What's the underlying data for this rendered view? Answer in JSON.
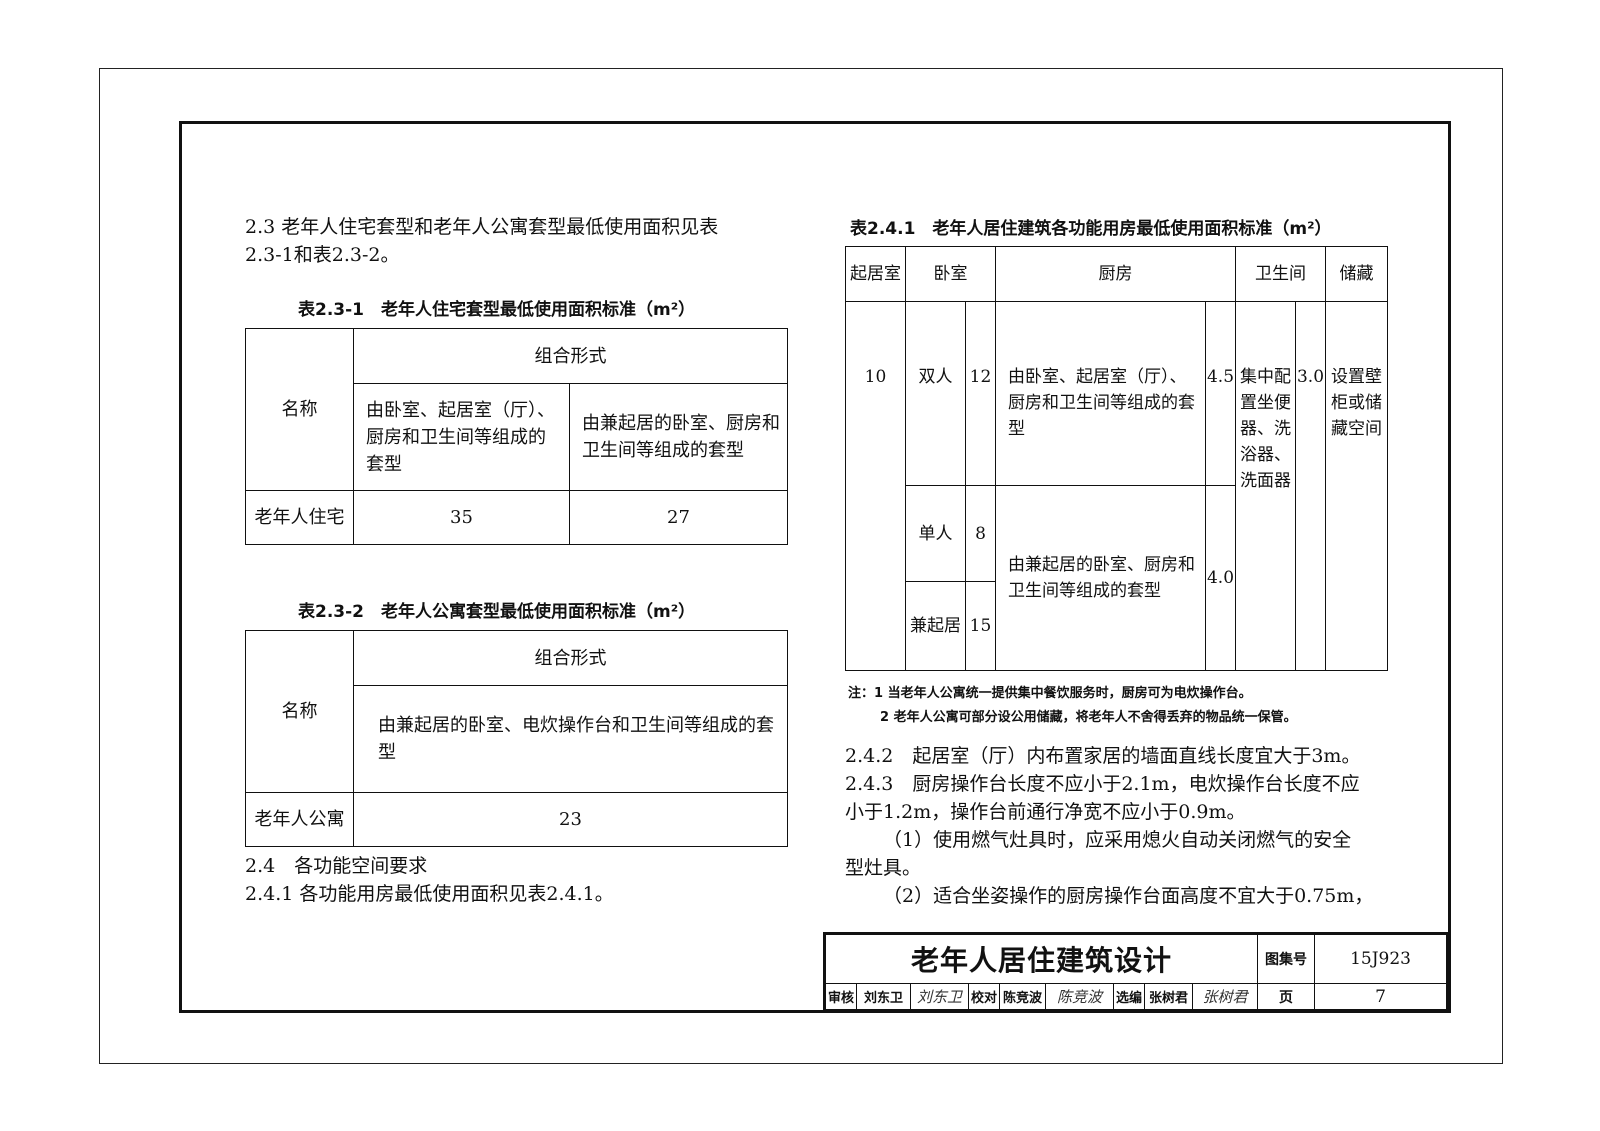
{
  "sec23": {
    "text_line1": "2.3 老年人住宅套型和老年人公寓套型最低使用面积见表",
    "text_line2": "2.3-1和表2.3-2。"
  },
  "table231": {
    "caption": "表2.3-1　老年人住宅套型最低使用面积标准（m²）",
    "h_name": "名称",
    "h_group": "组合形式",
    "h_col1": "由卧室、起居室（厅）、厨房和卫生间等组成的套型",
    "h_col2": "由兼起居的卧室、厨房和卫生间等组成的套型",
    "row_label": "老年人住宅",
    "row_v1": "35",
    "row_v2": "27"
  },
  "table232": {
    "caption": "表2.3-2　老年人公寓套型最低使用面积标准（m²）",
    "h_name": "名称",
    "h_group": "组合形式",
    "h_col1": "由兼起居的卧室、电炊操作台和卫生间等组成的套型",
    "row_label": "老年人公寓",
    "row_v1": "23"
  },
  "sec24": {
    "heading": "2.4　各功能空间要求",
    "p241": "2.4.1 各功能用房最低使用面积见表2.4.1。"
  },
  "table241": {
    "caption": "表2.4.1　老年人居住建筑各功能用房最低使用面积标准（m²）",
    "h_living": "起居室",
    "h_bedroom": "卧室",
    "h_kitchen": "厨房",
    "h_bath": "卫生间",
    "h_storage": "储藏",
    "living_val": "10",
    "bed_double": "双人",
    "bed_double_val": "12",
    "bed_single": "单人",
    "bed_single_val": "8",
    "bed_combo": "兼起居",
    "bed_combo_val": "15",
    "kitchen1_text": "由卧室、起居室（厅）、厨房和卫生间等组成的套型",
    "kitchen1_val": "4.5",
    "kitchen2_text": "由兼起居的卧室、厨房和卫生间等组成的套型",
    "kitchen2_val": "4.0",
    "bath_text": "集中配置坐便器、洗浴器、洗面器",
    "bath_val": "3.0",
    "storage_text": "设置壁柜或储藏空间"
  },
  "notes": {
    "n1": "注：1 当老年人公寓统一提供集中餐饮服务时，厨房可为电炊操作台。",
    "n2": "2 老年人公寓可部分设公用储藏，将老年人不舍得丢弃的物品统一保管。"
  },
  "right_text": {
    "p242": "2.4.2　起居室（厅）内布置家居的墙面直线长度宜大于3m。",
    "p243_line1": "2.4.3　厨房操作台长度不应小于2.1m，电炊操作台长度不应",
    "p243_line2": "小于1.2m，操作台前通行净宽不应小于0.9m。",
    "item1_line1": "（1）使用燃气灶具时，应采用熄火自动关闭燃气的安全",
    "item1_line2": "型灶具。",
    "item2_line1": "（2）适合坐姿操作的厨房操作台面高度不宜大于0.75m，"
  },
  "title_block": {
    "title": "老年人居住建筑设计",
    "atlas_label": "图集号",
    "atlas_no": "15J923",
    "review_label": "审核",
    "reviewer": "刘东卫",
    "check_label": "校对",
    "checker": "陈竞波",
    "compile_label": "选编",
    "compiler": "张树君",
    "page_label": "页",
    "page_no": "7",
    "sig_reviewer": "刘东卫",
    "sig_checker": "陈竞波",
    "sig_compiler": "张树君"
  }
}
